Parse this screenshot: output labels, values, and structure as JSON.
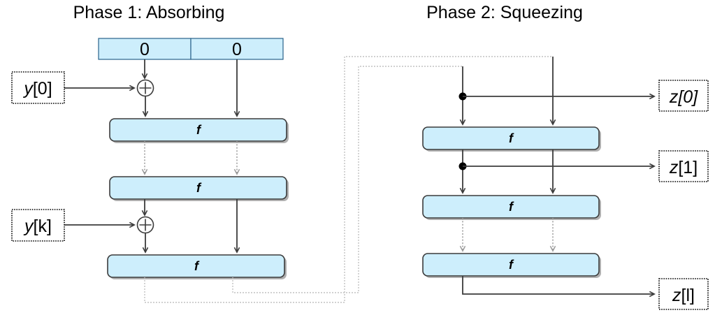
{
  "titles": {
    "phase1": "Phase 1: Absorbing",
    "phase2": "Phase 2: Squeezing"
  },
  "state_bar": {
    "rate_label": "0",
    "capacity_label": "0"
  },
  "function_label": "f",
  "phase1": {
    "f_boxes": [
      {
        "label": "f"
      },
      {
        "label": "f"
      },
      {
        "label": "f"
      }
    ],
    "inputs": [
      {
        "var": "y",
        "index": "[0]"
      },
      {
        "var": "y",
        "index": "[k]"
      }
    ],
    "xor_symbol": "+"
  },
  "phase2": {
    "f_boxes": [
      {
        "label": "f"
      },
      {
        "label": "f"
      },
      {
        "label": "f"
      }
    ],
    "outputs": [
      {
        "var": "z",
        "index": "[0]"
      },
      {
        "var": "z",
        "index": "[1]"
      },
      {
        "var": "z",
        "index": "[l]"
      }
    ]
  },
  "colors": {
    "box_fill": "#cdeefc",
    "box_stroke": "#3b3b3b",
    "state_stroke": "#28628a",
    "feedback": "#c2c2c2",
    "dotted": "#9a9a9a",
    "text": "#000000"
  }
}
